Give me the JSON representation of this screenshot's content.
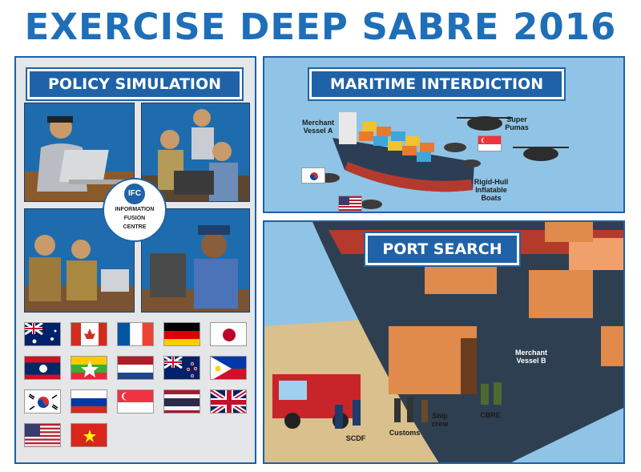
{
  "title": "EXERCISE DEEP SABRE 2016",
  "policy": {
    "heading": "POLICY SIMULATION",
    "ifc_logo": "IFC",
    "ifc_line1": "INFORMATION",
    "ifc_line2": "FUSION",
    "ifc_line3": "CENTRE",
    "flags": [
      "australia",
      "canada",
      "france",
      "germany",
      "japan",
      "laos",
      "myanmar",
      "netherlands",
      "new-zealand",
      "philippines",
      "south-korea",
      "russia",
      "singapore",
      "thailand",
      "united-kingdom",
      "united-states",
      "vietnam"
    ]
  },
  "maritime": {
    "heading": "MARITIME INTERDICTION",
    "vessel_a": [
      "Merchant",
      "Vessel A"
    ],
    "pumas": [
      "Super",
      "Pumas"
    ],
    "rhib": [
      "Rigid-Hull",
      "Inflatable",
      "Boats"
    ]
  },
  "port": {
    "heading": "PORT SEARCH",
    "vessel_b": [
      "Merchant",
      "Vessel B"
    ],
    "scdf": "SCDF",
    "customs": "Customs",
    "ship_crew": [
      "Ship",
      "crew"
    ],
    "cbre": "CBRE"
  },
  "colors": {
    "title": "#1f6eb8",
    "panel_bg": "#8fc4e6",
    "label_bg": "#1f62a8"
  }
}
